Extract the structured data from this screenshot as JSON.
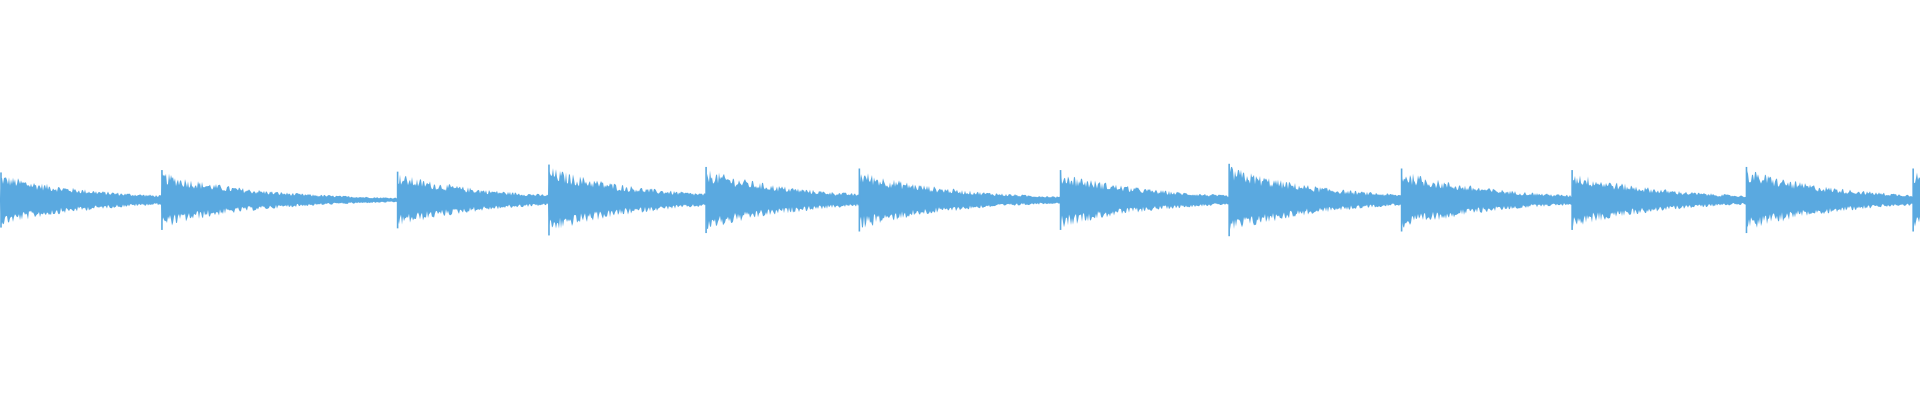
{
  "colors": {
    "background": "#ffffff",
    "waveform": "#5aa9e0"
  },
  "chart_data": {
    "type": "area",
    "title": "",
    "xlabel": "",
    "ylabel": "",
    "axes_visible": false,
    "grid": false,
    "legend": "none",
    "ylim": [
      -1,
      1
    ],
    "xlim": [
      0,
      1
    ],
    "series": [
      {
        "kind": "audio-waveform",
        "baseline_amplitude": 0.03,
        "decay": 0.05,
        "transients": [
          {
            "x": 0.0,
            "peak": 0.35
          },
          {
            "x": 0.084,
            "peak": 0.38
          },
          {
            "x": 0.207,
            "peak": 0.36
          },
          {
            "x": 0.286,
            "peak": 0.45
          },
          {
            "x": 0.368,
            "peak": 0.42
          },
          {
            "x": 0.448,
            "peak": 0.4
          },
          {
            "x": 0.553,
            "peak": 0.38
          },
          {
            "x": 0.641,
            "peak": 0.46
          },
          {
            "x": 0.731,
            "peak": 0.4
          },
          {
            "x": 0.82,
            "peak": 0.38
          },
          {
            "x": 0.911,
            "peak": 0.42
          },
          {
            "x": 0.998,
            "peak": 0.4
          }
        ]
      }
    ]
  }
}
